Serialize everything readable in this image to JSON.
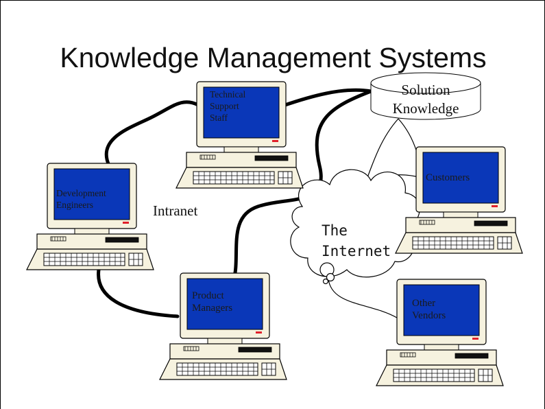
{
  "title": "Knowledge Management Systems",
  "database": {
    "label": "Solution\nKnowledge"
  },
  "network": {
    "intranet_label": "Intranet",
    "internet_label": "The\nInternet"
  },
  "computers": [
    {
      "id": "technical-support",
      "label": "Technical\nSupport\nStaff"
    },
    {
      "id": "development-engineers",
      "label": "Development\nEngineers"
    },
    {
      "id": "product-managers",
      "label": "Product\nManagers"
    },
    {
      "id": "customers",
      "label": "Customers"
    },
    {
      "id": "other-vendors",
      "label": "Other\nVendors"
    }
  ],
  "colors": {
    "screen": "#0a37b8",
    "case": "#f6f2df",
    "outline": "#000000",
    "led": "#e0202a"
  }
}
